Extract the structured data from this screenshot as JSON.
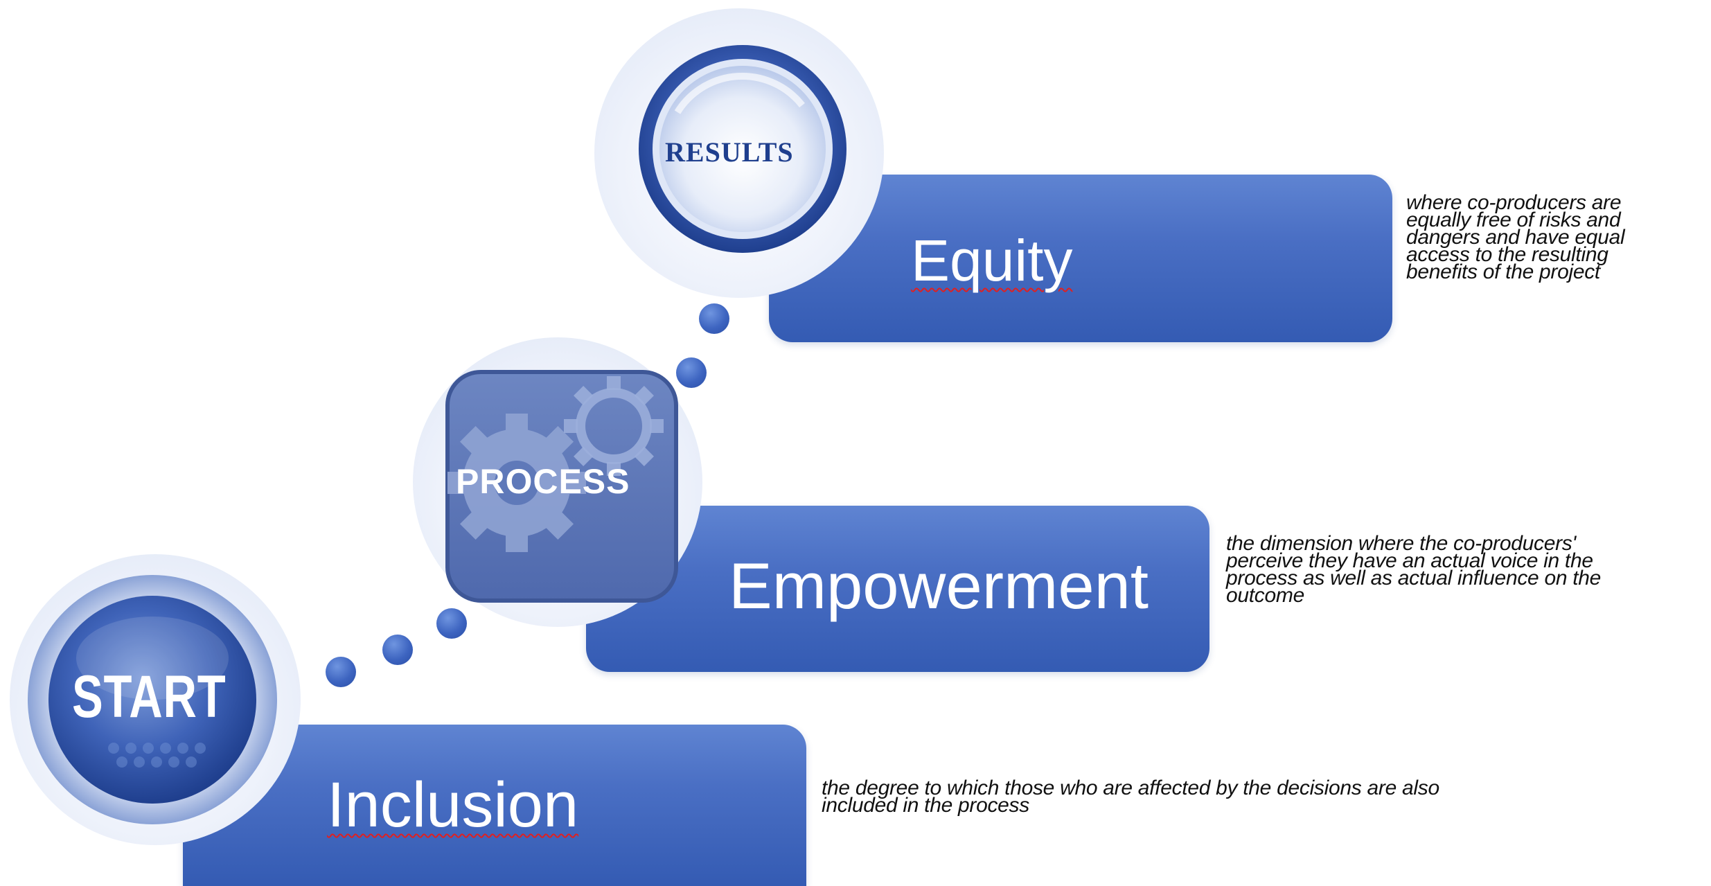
{
  "stages": {
    "start": {
      "icon_label": "START",
      "title": "Inclusion",
      "description_lines": [
        "the degree to which those who are affected by the decisions are also",
        "included in the process"
      ]
    },
    "process": {
      "icon_label": "PROCESS",
      "title": "Empowerment",
      "description_lines": [
        "the dimension where the co-producers'",
        "perceive they have an actual voice in the",
        "process as well as actual influence on the",
        "outcome"
      ]
    },
    "results": {
      "icon_label": "RESULTS",
      "title": "Equity",
      "description_lines": [
        "where co-producers are",
        "equally free of risks and",
        "dangers and have equal",
        "access to the resulting",
        "benefits of the project"
      ]
    }
  },
  "colors": {
    "bar_blue": "#4a6fc4",
    "dot_blue": "#3d64c0",
    "spellcheck_underline": "#e02020"
  }
}
